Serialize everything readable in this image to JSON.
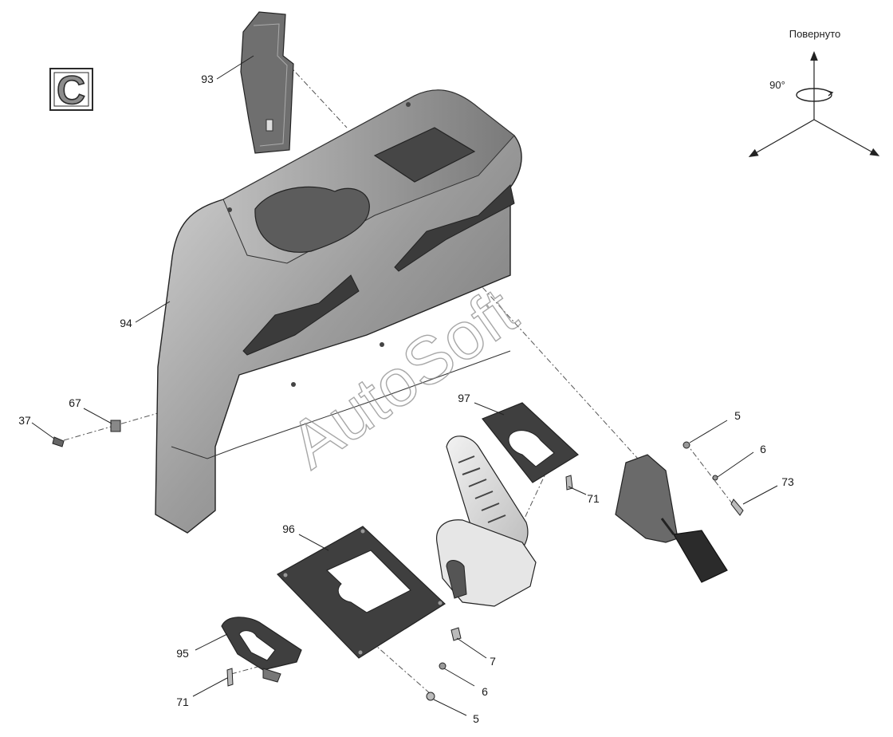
{
  "section_letter": "C",
  "orientation": {
    "label": "Повернуто",
    "angle": "90°"
  },
  "watermark": "AutoSoft",
  "callouts": [
    {
      "id": "93",
      "text": "93"
    },
    {
      "id": "94",
      "text": "94"
    },
    {
      "id": "37",
      "text": "37"
    },
    {
      "id": "67",
      "text": "67"
    },
    {
      "id": "97",
      "text": "97"
    },
    {
      "id": "96",
      "text": "96"
    },
    {
      "id": "95",
      "text": "95"
    },
    {
      "id": "71a",
      "text": "71"
    },
    {
      "id": "71b",
      "text": "71"
    },
    {
      "id": "5a",
      "text": "5"
    },
    {
      "id": "6a",
      "text": "6"
    },
    {
      "id": "73",
      "text": "73"
    },
    {
      "id": "7",
      "text": "7"
    },
    {
      "id": "6b",
      "text": "6"
    },
    {
      "id": "5b",
      "text": "5"
    }
  ]
}
